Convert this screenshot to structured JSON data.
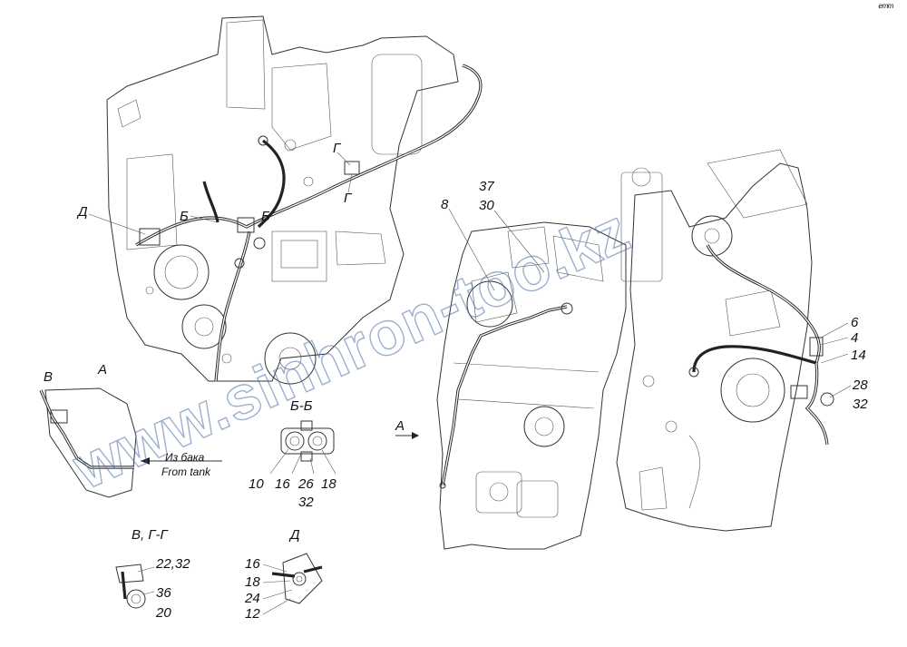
{
  "corner_mark": "ᵉᵐᵐ",
  "watermark": "www.sinhron-too.kz",
  "section_labels": {
    "a_top": "А",
    "a_arrow": "А",
    "v_mark": "В",
    "d_mark": "Д",
    "b1": "Б",
    "b2": "Б",
    "g1": "Г",
    "g2": "Г",
    "bb": "Б-Б",
    "vgg": "В, Г-Г",
    "d_view": "Д"
  },
  "from_tank": {
    "ru": "Из бака",
    "en": "From tank"
  },
  "callouts": {
    "n8": "8",
    "n37": "37",
    "n30": "30",
    "n6": "6",
    "n4": "4",
    "n14": "14",
    "n28": "28",
    "n32r": "32",
    "n10": "10",
    "n16": "16",
    "n26": "26",
    "n18": "18",
    "n32b": "32",
    "n2232": "22,32",
    "n36": "36",
    "n20": "20",
    "n16d": "16",
    "n18d": "18",
    "n24d": "24",
    "n12d": "12"
  }
}
